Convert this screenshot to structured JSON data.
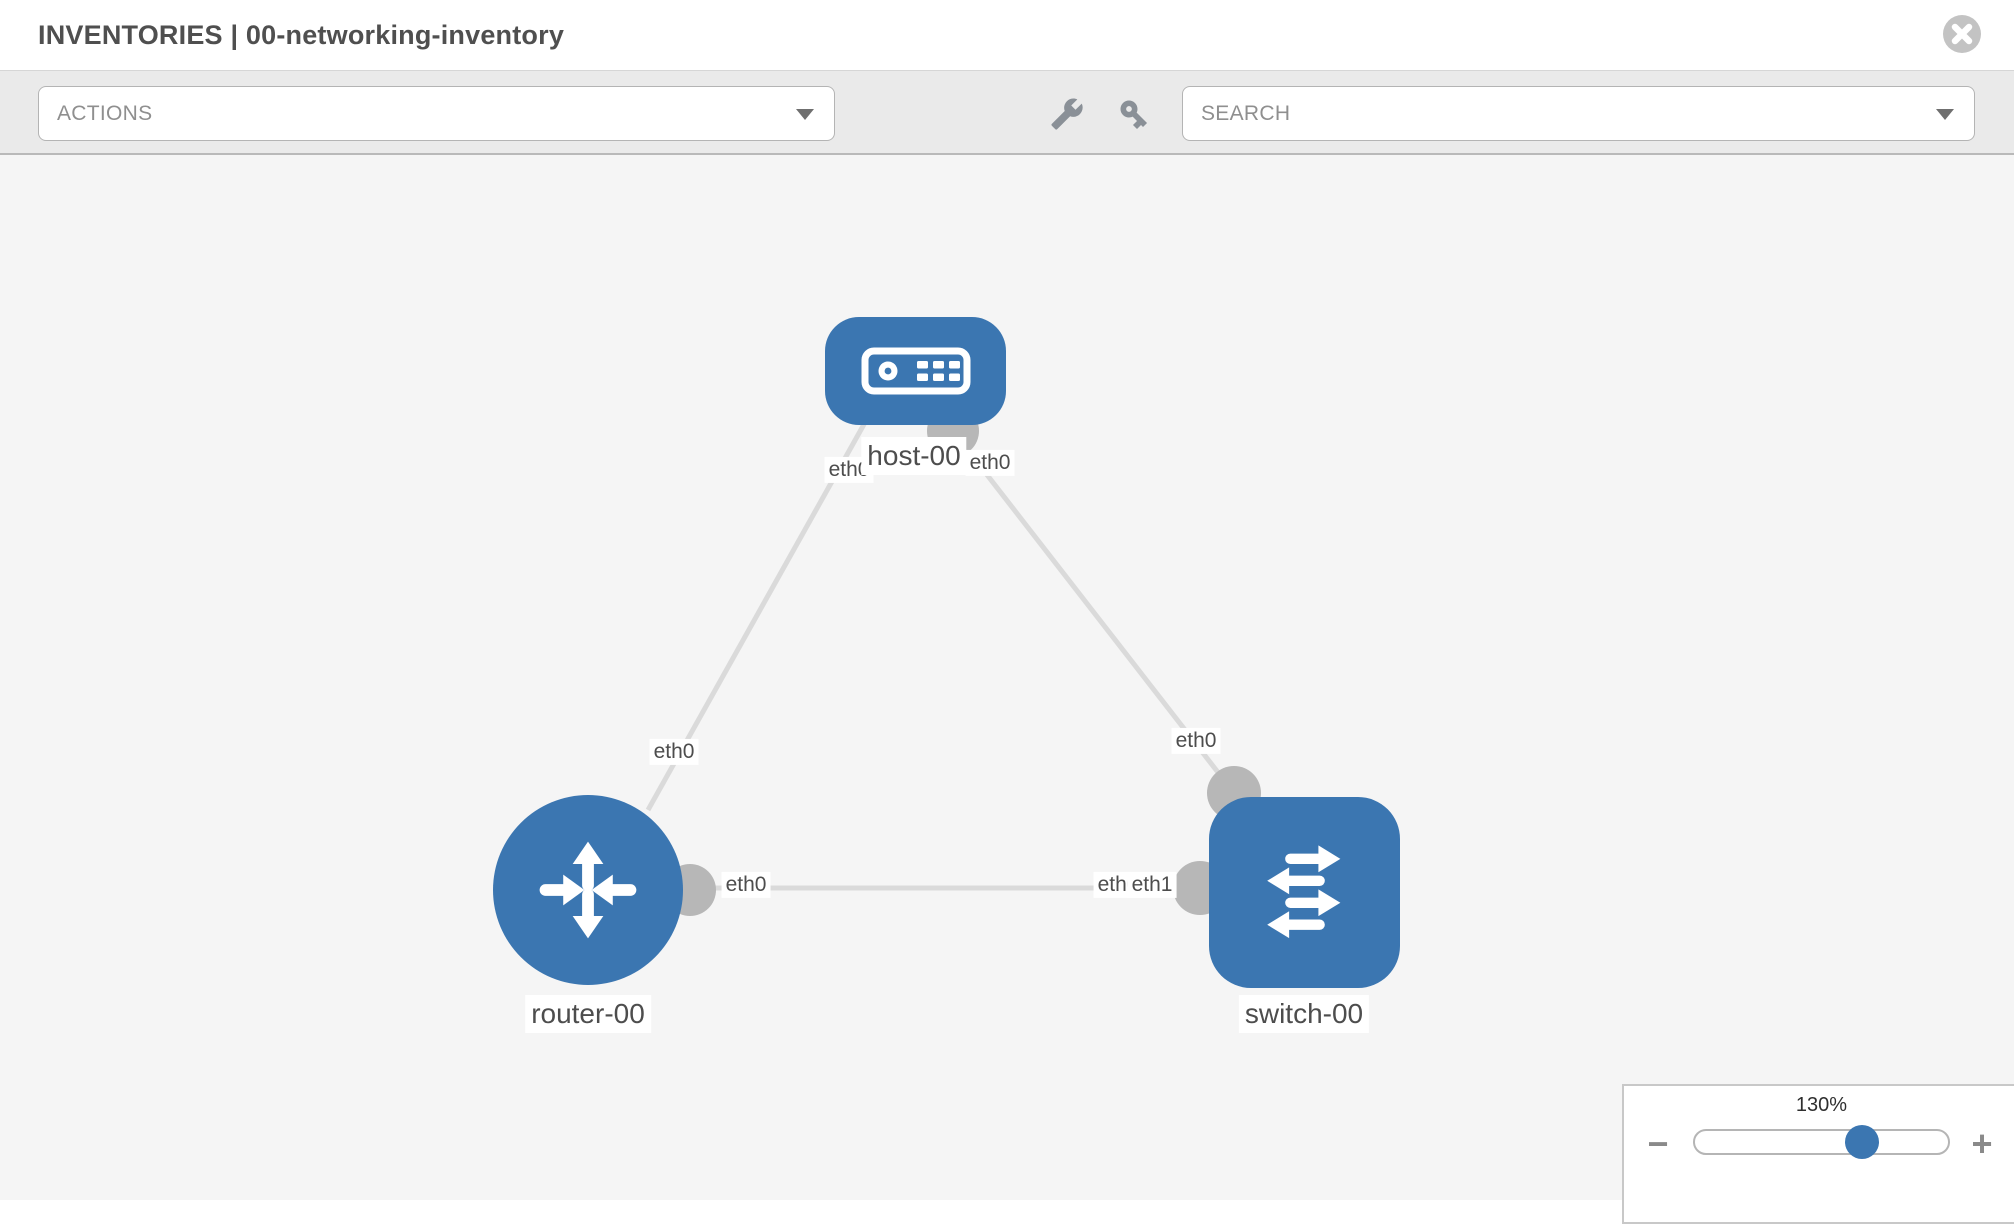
{
  "header": {
    "title": "INVENTORIES | 00-networking-inventory"
  },
  "toolbar": {
    "actions_label": "ACTIONS",
    "search_label": "SEARCH",
    "icons": [
      "wrench-icon",
      "key-icon"
    ]
  },
  "topology": {
    "nodes": [
      {
        "label": "host-00",
        "type": "host"
      },
      {
        "label": "router-00",
        "type": "router"
      },
      {
        "label": "switch-00",
        "type": "switch"
      }
    ],
    "edges": [
      {
        "from": "host-00",
        "from_iface": "eth0",
        "to": "router-00",
        "to_iface": "eth0"
      },
      {
        "from": "host-00",
        "from_iface": "eth0",
        "to": "switch-00",
        "to_iface": "eth0"
      },
      {
        "from": "router-00",
        "from_iface": "eth0",
        "to": "switch-00",
        "to_iface": "eth1"
      }
    ],
    "iface_labels": [
      {
        "text": "eth0",
        "edge": "host-00/router-00",
        "side": "host-00"
      },
      {
        "text": "eth0",
        "edge": "host-00/router-00",
        "side": "router-00"
      },
      {
        "text": "eth0",
        "edge": "host-00/switch-00",
        "side": "host-00"
      },
      {
        "text": "eth0",
        "edge": "host-00/switch-00",
        "side": "switch-00"
      },
      {
        "text": "eth0",
        "edge": "router-00/switch-00",
        "side": "router-00"
      },
      {
        "text": "eth0",
        "edge": "router-00/switch-00",
        "side": "switch-00 (partially hidden)"
      },
      {
        "text": "eth1",
        "edge": "router-00/switch-00",
        "side": "switch-00"
      }
    ]
  },
  "zoom_panel": {
    "level": "130%",
    "minus_glyph": "−",
    "plus_glyph": "+"
  },
  "colors": {
    "node_blue": "#3b76b1",
    "port_gray": "#b7b7b7",
    "edge_gray": "#dadada",
    "canvas_bg": "#f5f5f5",
    "toolbar_bg": "#eaeaea",
    "label_text": "#4d4d4d",
    "icon_gray": "#8a9097"
  }
}
